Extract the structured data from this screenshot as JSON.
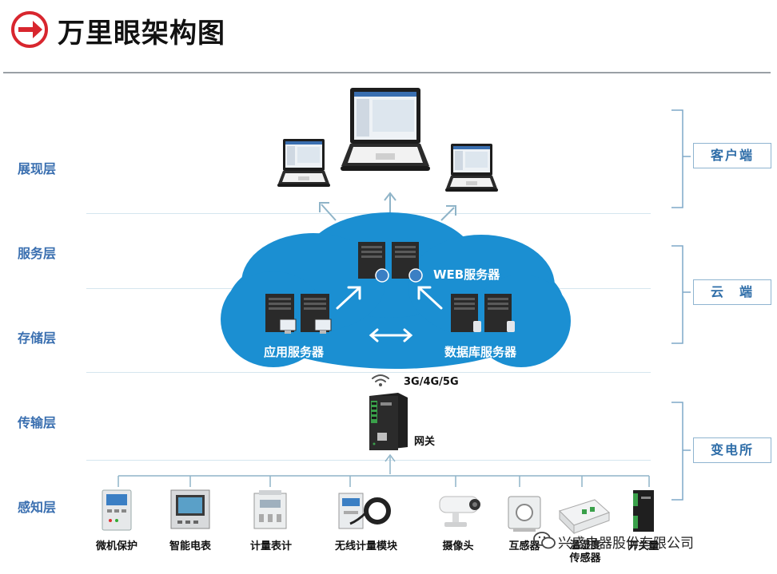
{
  "title": "万里眼架构图",
  "layers": [
    "展现层",
    "服务层",
    "存储层",
    "传输层",
    "感知层"
  ],
  "zones": [
    "客户端",
    "云　端",
    "变电所"
  ],
  "cloud": {
    "web_server": "WEB服务器",
    "app_server": "应用服务器",
    "db_server": "数据库服务器"
  },
  "network": "3G/4G/5G",
  "gateway": "网关",
  "devices": [
    "微机保护",
    "智能电表",
    "计量表计",
    "无线计量模块",
    "摄像头",
    "互感器",
    "温湿度",
    "传感器",
    "开关量"
  ],
  "watermark": "兴盛电器股份有限公司",
  "colors": {
    "cloud": "#1b8fd2",
    "layer_text": "#3a6fb0",
    "logo_red": "#d8262e"
  }
}
